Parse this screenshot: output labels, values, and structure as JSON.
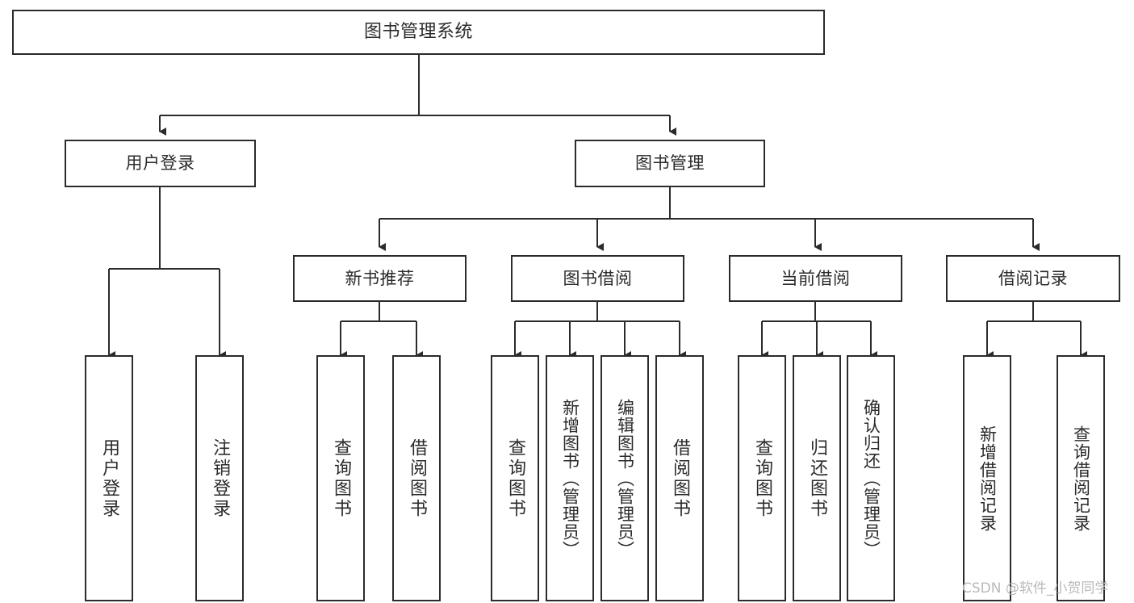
{
  "diagram": {
    "title": "图书管理系统",
    "type": "tree-hierarchy",
    "orientation": "top-down",
    "colors": {
      "node_border": "#2b2b2b",
      "node_fill": "#ffffff",
      "edge": "#2b2b2b",
      "text": "#2b2b2b",
      "watermark": "#b9b9b9",
      "background": "#ffffff"
    },
    "levels": {
      "root": "图书管理系统",
      "level2": [
        "用户登录",
        "图书管理"
      ],
      "level3": [
        "新书推荐",
        "图书借阅",
        "当前借阅",
        "借阅记录"
      ]
    }
  },
  "nodes": {
    "root": {
      "label": "图书管理系统"
    },
    "user_login": {
      "label": "用户登录"
    },
    "book_manage": {
      "label": "图书管理"
    },
    "new_book_rec": {
      "label": "新书推荐"
    },
    "book_borrow": {
      "label": "图书借阅"
    },
    "current_borrow": {
      "label": "当前借阅"
    },
    "borrow_record": {
      "label": "借阅记录"
    },
    "leaf_user_login": {
      "label": "用户登录"
    },
    "leaf_logout": {
      "label": "注销登录"
    },
    "leaf_query_book_1": {
      "label": "查询图书"
    },
    "leaf_borrow_book_1": {
      "label": "借阅图书"
    },
    "leaf_query_book_2": {
      "label": "查询图书"
    },
    "leaf_add_book": {
      "label": "新增图书（管理员）"
    },
    "leaf_edit_book": {
      "label": "编辑图书（管理员）"
    },
    "leaf_borrow_book_2": {
      "label": "借阅图书"
    },
    "leaf_query_book_3": {
      "label": "查询图书"
    },
    "leaf_return_book": {
      "label": "归还图书"
    },
    "leaf_confirm_return": {
      "label": "确认归还（管理员）"
    },
    "leaf_add_record": {
      "label": "新增借阅记录"
    },
    "leaf_query_record": {
      "label": "查询借阅记录"
    }
  },
  "edges": [
    {
      "from": "root",
      "to": "user_login"
    },
    {
      "from": "root",
      "to": "book_manage"
    },
    {
      "from": "user_login",
      "to": "leaf_user_login"
    },
    {
      "from": "user_login",
      "to": "leaf_logout"
    },
    {
      "from": "book_manage",
      "to": "new_book_rec"
    },
    {
      "from": "book_manage",
      "to": "book_borrow"
    },
    {
      "from": "book_manage",
      "to": "current_borrow"
    },
    {
      "from": "book_manage",
      "to": "borrow_record"
    },
    {
      "from": "new_book_rec",
      "to": "leaf_query_book_1"
    },
    {
      "from": "new_book_rec",
      "to": "leaf_borrow_book_1"
    },
    {
      "from": "book_borrow",
      "to": "leaf_query_book_2"
    },
    {
      "from": "book_borrow",
      "to": "leaf_add_book"
    },
    {
      "from": "book_borrow",
      "to": "leaf_edit_book"
    },
    {
      "from": "book_borrow",
      "to": "leaf_borrow_book_2"
    },
    {
      "from": "current_borrow",
      "to": "leaf_query_book_3"
    },
    {
      "from": "current_borrow",
      "to": "leaf_return_book"
    },
    {
      "from": "current_borrow",
      "to": "leaf_confirm_return"
    },
    {
      "from": "borrow_record",
      "to": "leaf_add_record"
    },
    {
      "from": "borrow_record",
      "to": "leaf_query_record"
    }
  ],
  "watermark": {
    "text": "CSDN @软件_小贺同学"
  }
}
